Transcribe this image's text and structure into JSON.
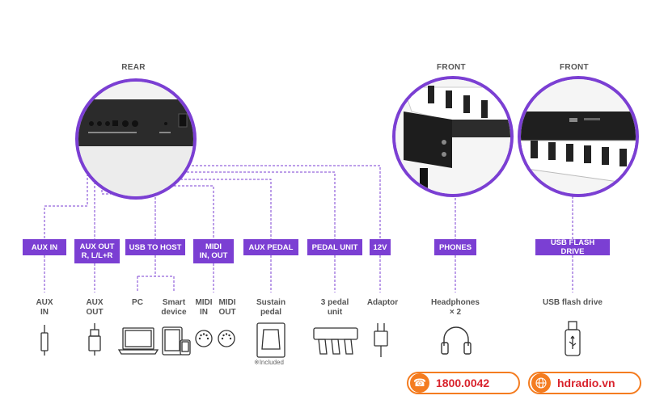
{
  "sections": {
    "rear": "REAR",
    "front_left": "FRONT",
    "front_right": "FRONT"
  },
  "tags": {
    "aux_in": "AUX IN",
    "aux_out": "AUX OUT\nR, L/L+R",
    "usb_to_host": "USB TO HOST",
    "midi": "MIDI\nIN, OUT",
    "aux_pedal": "AUX PEDAL",
    "pedal_unit": "PEDAL UNIT",
    "v12": "12V",
    "phones": "PHONES",
    "usb_flash": "USB FLASH DRIVE"
  },
  "items": {
    "aux_in": "AUX\nIN",
    "aux_out": "AUX\nOUT",
    "pc": "PC",
    "smart_device": "Smart\ndevice",
    "midi_in": "MIDI\nIN",
    "midi_out": "MIDI\nOUT",
    "sustain_pedal": "Sustain\npedal",
    "pedal_unit": "3 pedal\nunit",
    "adaptor": "Adaptor",
    "headphones": "Headphones\n× 2",
    "usb_flash": "USB flash drive"
  },
  "notes": {
    "included": "※Included"
  },
  "contact": {
    "phone": "1800.0042",
    "website": "hdradio.vn"
  },
  "colors": {
    "accent": "#7b3fd3",
    "brand_orange": "#f47c20",
    "brand_red": "#d9232d"
  },
  "icons": {
    "phone": "phone-icon",
    "globe": "globe-icon"
  }
}
